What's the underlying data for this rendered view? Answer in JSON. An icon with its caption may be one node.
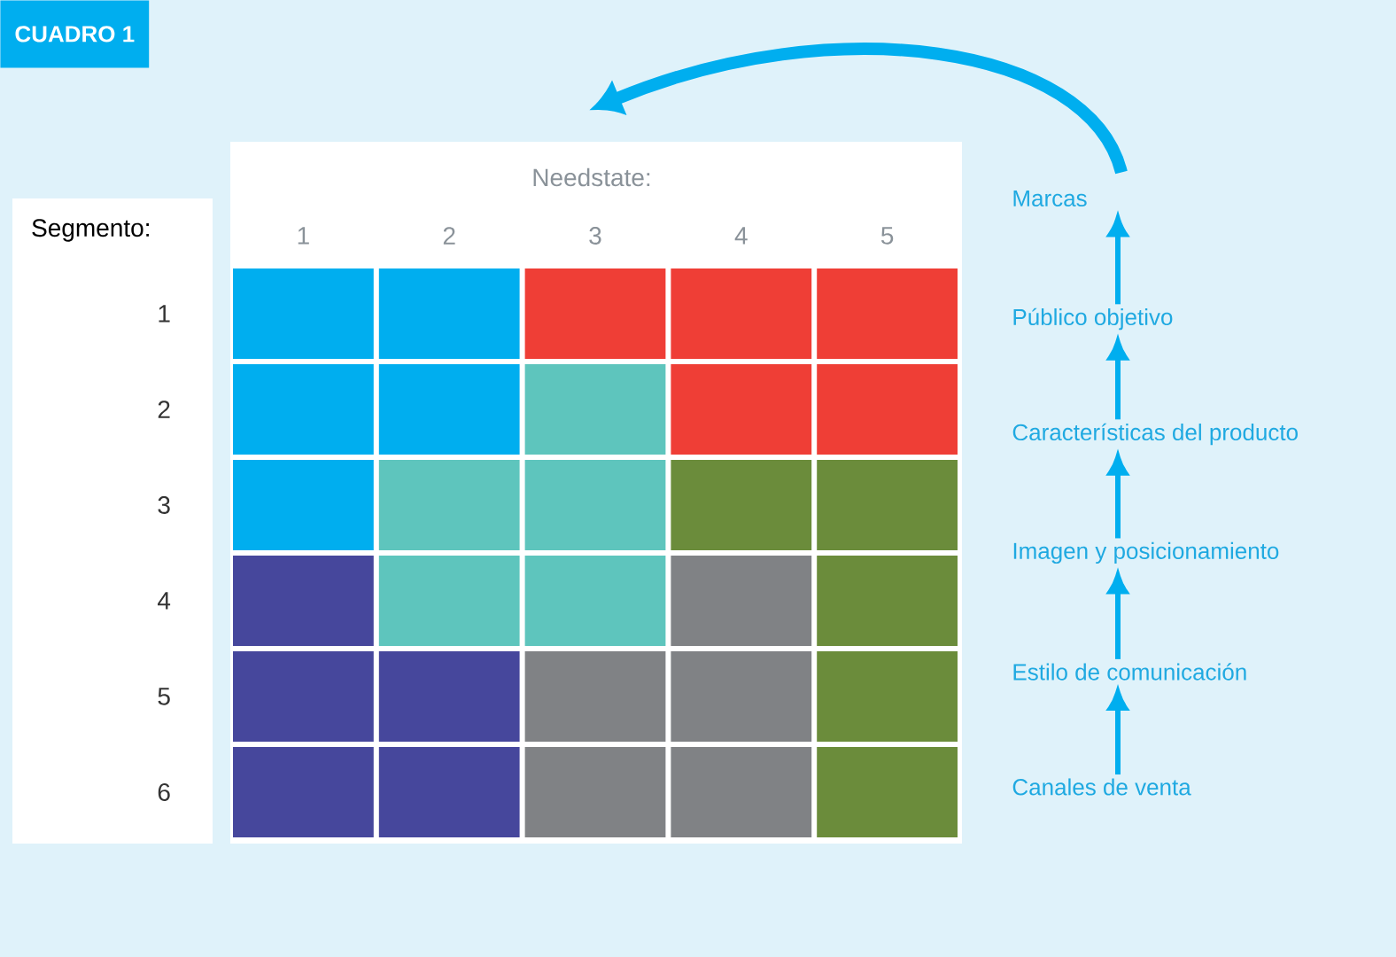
{
  "diagram": {
    "title": "CUADRO 1",
    "nodes": [
      {
        "text": [
          "Marcas"
        ]
      },
      {
        "text": [
          "Público objetivo"
        ]
      },
      {
        "text": [
          "Características del producto"
        ]
      },
      {
        "text": [
          "Imagen y posicionamiento"
        ]
      },
      {
        "text": [
          "Estilo de comunicación"
        ]
      },
      {
        "text": [
          "Canales de venta"
        ]
      }
    ],
    "edges": [
      {
        "from": 5,
        "to": 4,
        "arrow": "to"
      },
      {
        "from": 4,
        "to": 3,
        "arrow": "to"
      },
      {
        "from": 3,
        "to": 2,
        "arrow": "to"
      },
      {
        "from": 2,
        "to": 1,
        "arrow": "to"
      },
      {
        "from": 1,
        "to": 0,
        "arrow": "to"
      },
      {
        "from": 0,
        "to": null,
        "arrow": "to",
        "style": "thick"
      }
    ],
    "labels": [
      "Needstate:",
      "1",
      "2",
      "3",
      "4",
      "5",
      "Segmento:",
      "1",
      "2",
      "3",
      "4",
      "5",
      "6"
    ]
  }
}
